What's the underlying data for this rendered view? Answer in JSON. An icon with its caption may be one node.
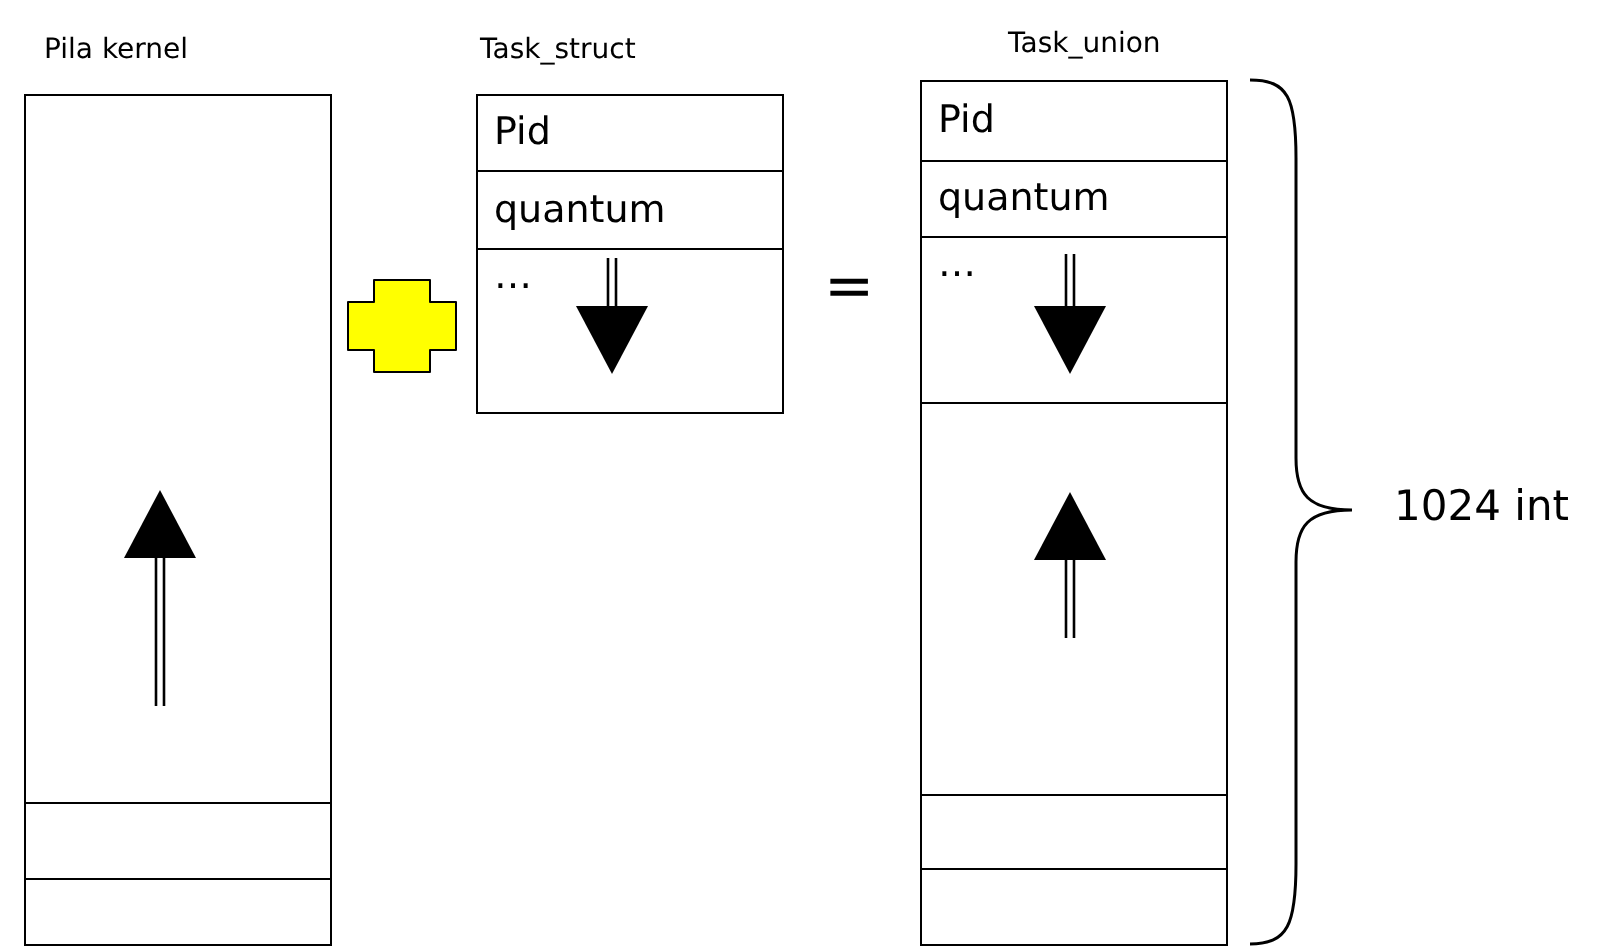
{
  "diagram": {
    "nodes": [
      {
        "text": [
          "Pila kernel"
        ]
      },
      {
        "text": [],
        "shape": "box",
        "in": 0
      },
      {
        "text": [],
        "shape": "box",
        "in": 0
      },
      {
        "text": [
          "Task_struct"
        ]
      },
      {
        "text": [
          "Pid"
        ],
        "in": 3
      },
      {
        "text": [
          "quantum"
        ],
        "in": 3
      },
      {
        "text": [
          "…"
        ],
        "in": 3
      },
      {
        "text": [
          "Task_union"
        ]
      },
      {
        "text": [
          "Pid"
        ],
        "in": 7
      },
      {
        "text": [
          "quantum"
        ],
        "in": 7
      },
      {
        "text": [
          "…"
        ],
        "in": 7
      },
      {
        "text": [],
        "shape": "box",
        "in": 7
      },
      {
        "text": [],
        "shape": "box",
        "in": 7
      },
      {
        "text": [],
        "shape": "box",
        "in": 7
      }
    ],
    "edges": [],
    "labels": [
      "=",
      "1024 int"
    ]
  }
}
